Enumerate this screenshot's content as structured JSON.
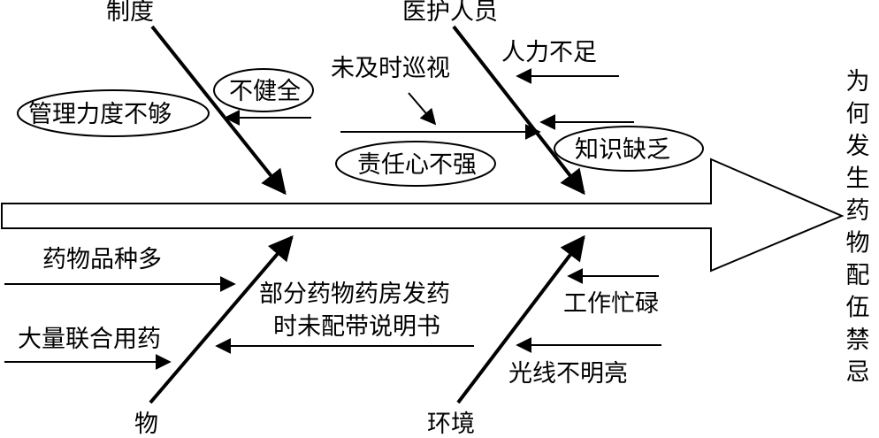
{
  "effect": "为何发生药物配伍禁忌",
  "categories": {
    "system": "制度",
    "staff": "医护人员",
    "material": "物",
    "environment": "环境"
  },
  "causes": {
    "mgmt_weak": "管理力度不够",
    "incomplete": "不健全",
    "no_patrol": "未及时巡视",
    "short_staff": "人力不足",
    "low_responsibility": "责任心不强",
    "lack_knowledge": "知识缺乏",
    "many_drugs": "药物品种多",
    "no_instructions_line1": "部分药物药房发药",
    "no_instructions_line2": "时未配带说明书",
    "combined_drugs": "大量联合用药",
    "busy_work": "工作忙碌",
    "poor_light": "光线不明亮"
  }
}
